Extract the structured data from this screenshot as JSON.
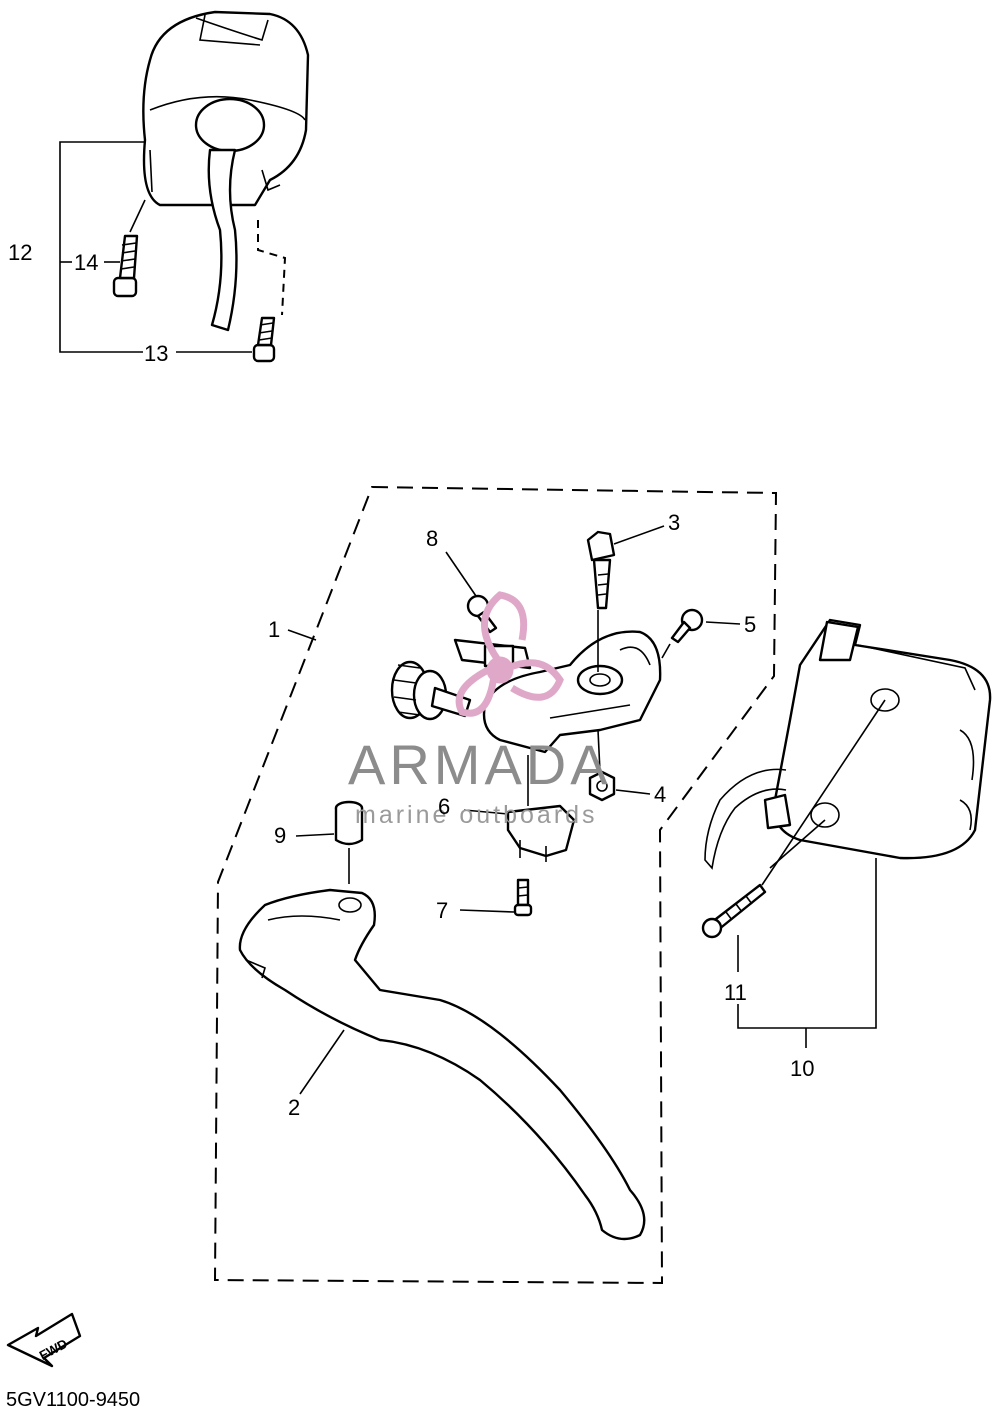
{
  "callouts": {
    "c1": "1",
    "c2": "2",
    "c3": "3",
    "c4": "4",
    "c5": "5",
    "c6": "6",
    "c7": "7",
    "c8": "8",
    "c9": "9",
    "c10": "10",
    "c11": "11",
    "c12": "12",
    "c13": "13",
    "c14": "14"
  },
  "watermark": {
    "brand": "ARMADA",
    "tagline": "marine outboards",
    "logo_color": "#e0a8c8",
    "text_color": "#8c8c8c"
  },
  "fwd_arrow": {
    "label": "FWD",
    "icon": "fwd-arrow-icon"
  },
  "diagram_code": "5GV1100-9450"
}
